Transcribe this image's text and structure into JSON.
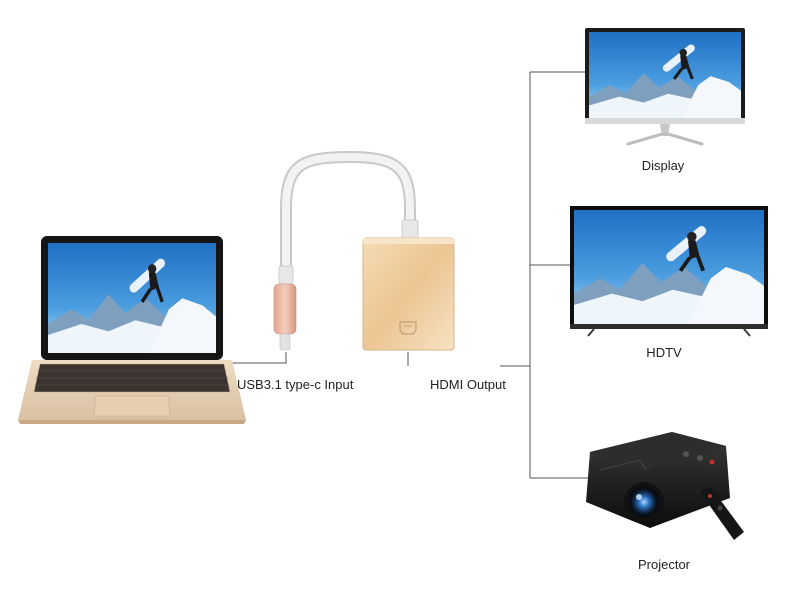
{
  "labels": {
    "input": "USB3.1 type-c Input",
    "output": "HDMI Output",
    "display": "Display",
    "hdtv": "HDTV",
    "projector": "Projector"
  },
  "colors": {
    "line": "#555555",
    "adapter_gold": "#ecc99c",
    "cable": "#eeeeee",
    "laptop_body": "#e8d2b4",
    "screen_sky": "#3f8fd2"
  },
  "icons": [
    "laptop-icon",
    "usb-c-plug-icon",
    "hdmi-adapter-icon",
    "hdmi-port-icon",
    "monitor-icon",
    "tv-icon",
    "projector-icon",
    "remote-icon"
  ]
}
